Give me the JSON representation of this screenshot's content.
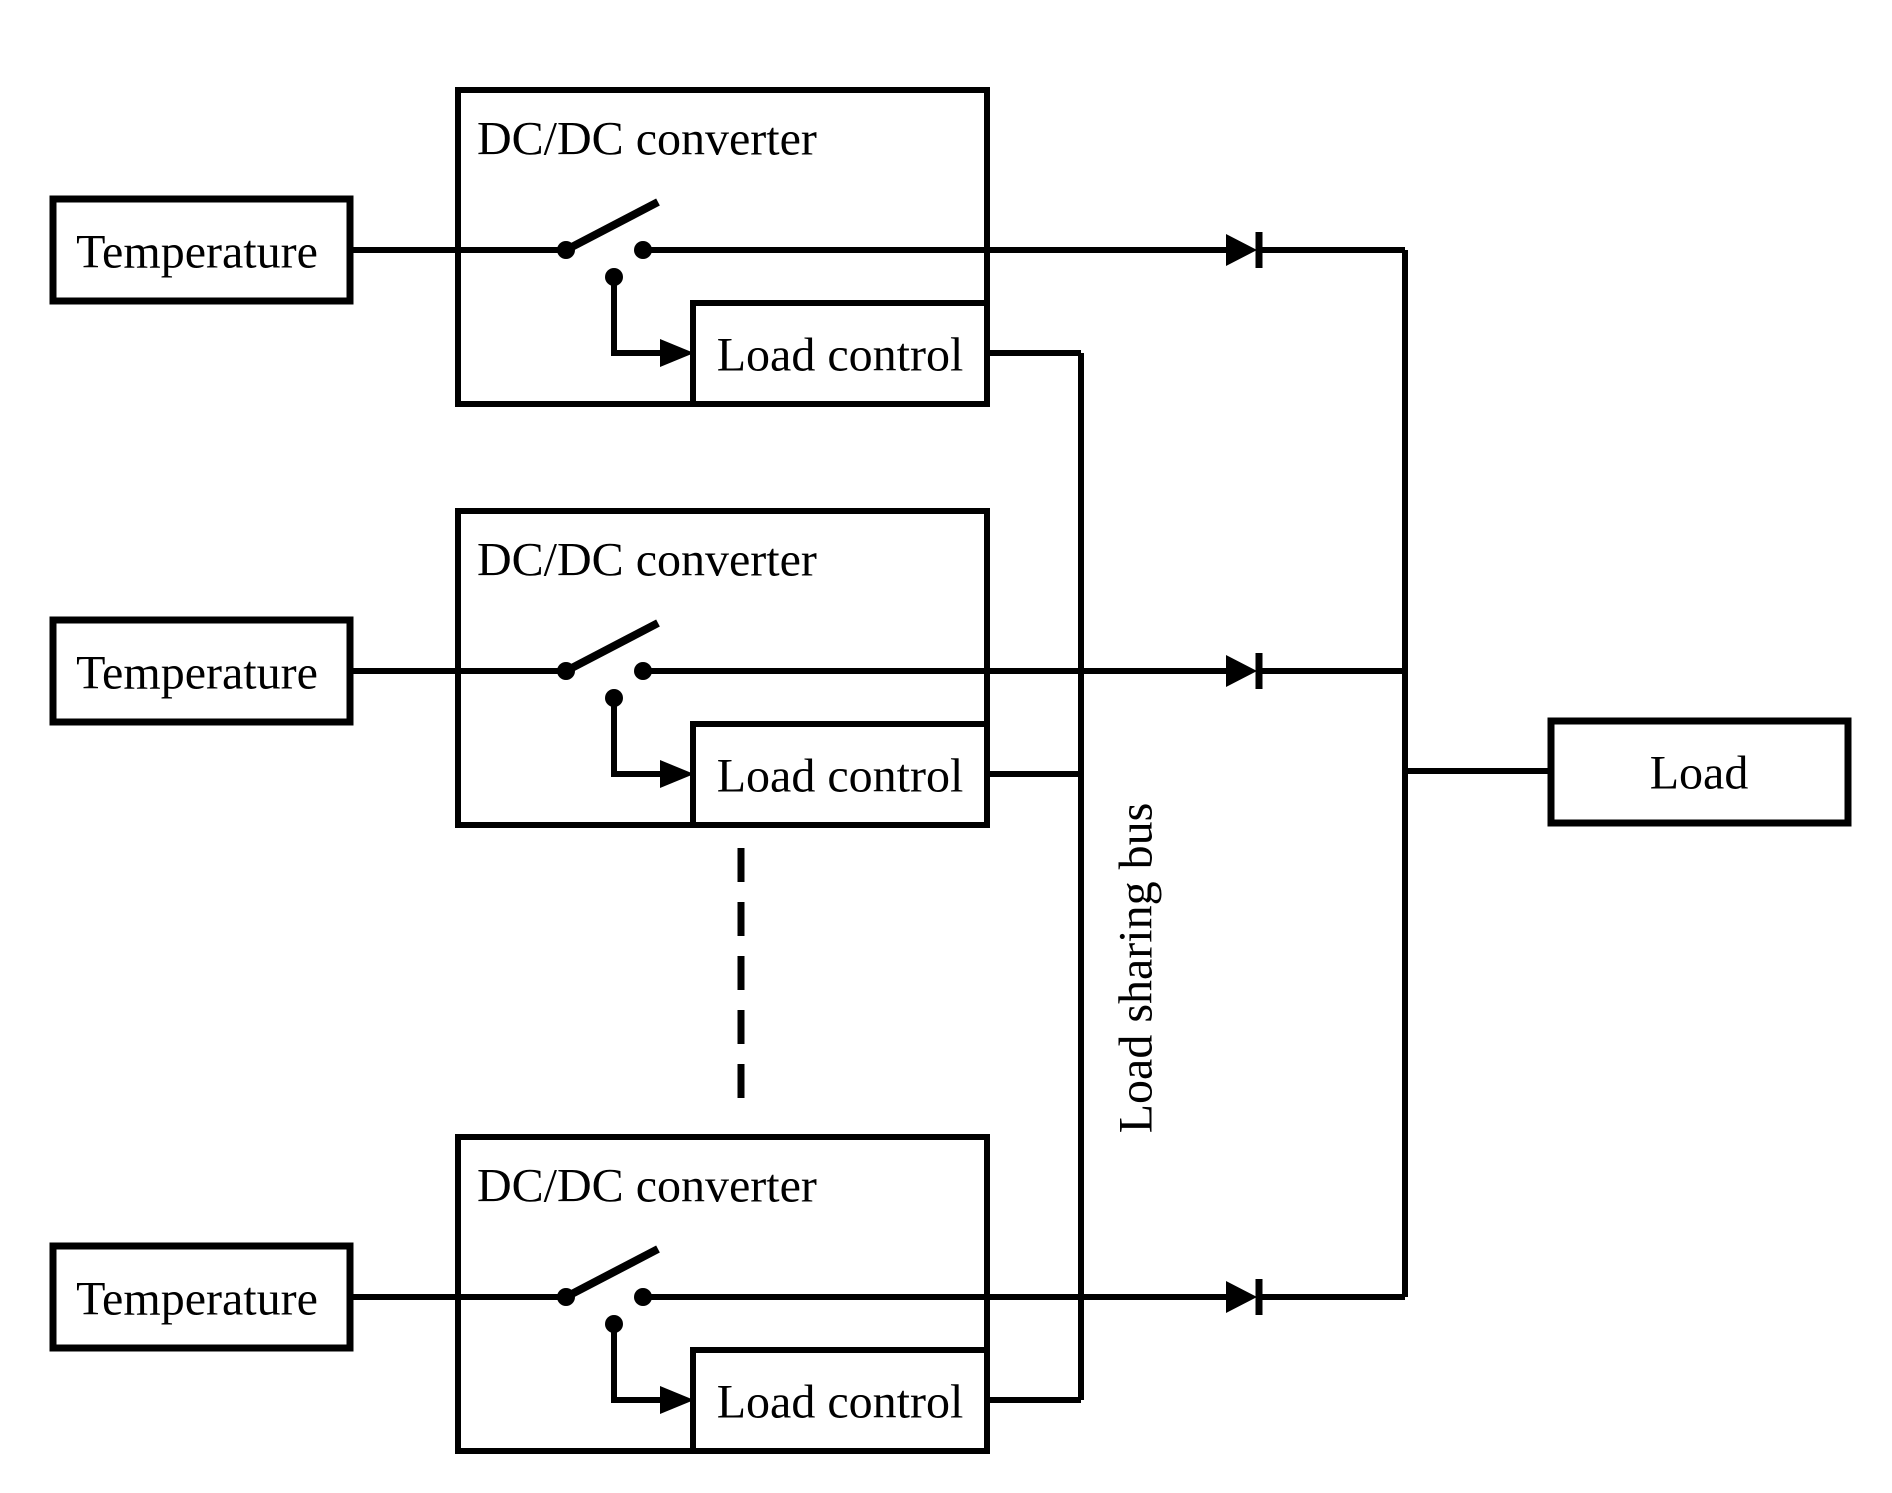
{
  "diagram": {
    "title_semantic": "Temperature powered DC/DC converter load sharing system",
    "units": [
      {
        "temperature_label": "Temperature",
        "converter_label": "DC/DC converter",
        "load_control_label": "Load control"
      },
      {
        "temperature_label": "Temperature",
        "converter_label": "DC/DC converter",
        "load_control_label": "Load control"
      },
      {
        "temperature_label": "Temperature",
        "converter_label": "DC/DC converter",
        "load_control_label": "Load control"
      }
    ],
    "bus_label": "Load sharing bus",
    "load_label": "Load",
    "colors": {
      "line": "#000000",
      "background": "#ffffff"
    }
  }
}
